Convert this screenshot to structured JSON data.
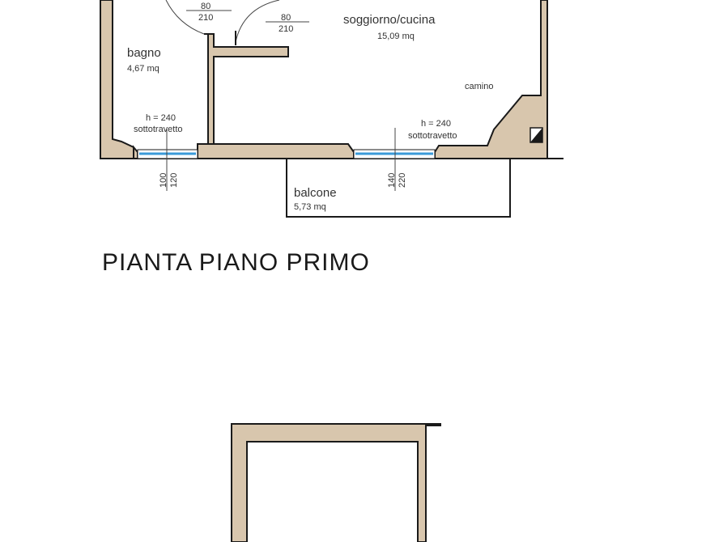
{
  "plan": {
    "title": "PIANTA PIANO PRIMO",
    "rooms": {
      "soggiorno": {
        "name": "soggiorno/cucina",
        "area": "15,09 mq"
      },
      "bagno": {
        "name": "bagno",
        "area": "4,67 mq"
      },
      "balcone": {
        "name": "balcone",
        "area": "5,73 mq"
      }
    },
    "labels": {
      "camino": "camino",
      "height_left": "h = 240",
      "sub_left": "sottotravetto",
      "height_right": "h = 240",
      "sub_right": "sottotravetto"
    },
    "doors": [
      {
        "width": "80",
        "height": "210"
      },
      {
        "width": "80",
        "height": "210"
      }
    ],
    "windows": [
      {
        "width": "100",
        "height": "120"
      },
      {
        "width": "140",
        "height": "220"
      }
    ],
    "colors": {
      "wall": "#d8c6ad",
      "glass": "#3a9ad9",
      "line": "#1a1a1a"
    }
  }
}
